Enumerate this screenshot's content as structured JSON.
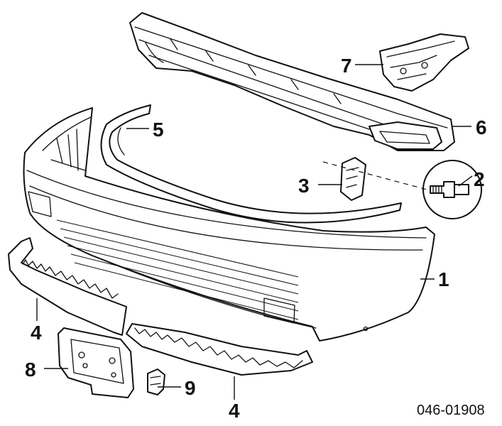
{
  "callouts": {
    "c1": "1",
    "c2": "2",
    "c3": "3",
    "c4a": "4",
    "c4b": "4",
    "c5": "5",
    "c6": "6",
    "c7": "7",
    "c8": "8",
    "c9": "9"
  },
  "diagram_code": "046-01908"
}
